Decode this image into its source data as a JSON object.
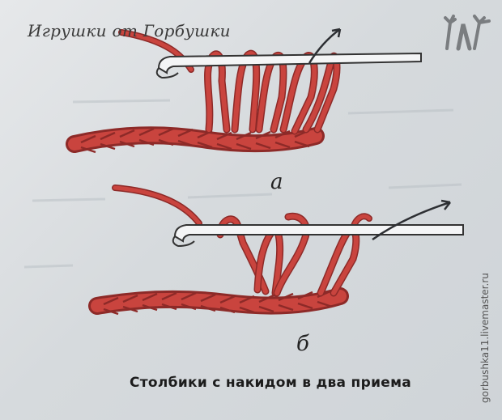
{
  "watermark": {
    "text": "Игрушки от Горбушки"
  },
  "logo": {
    "icon": "hands-logo-icon"
  },
  "figures": [
    {
      "label": "а"
    },
    {
      "label": "б"
    }
  ],
  "caption": "Столбики с накидом в два приема",
  "side_url": "gorbushka11.livemaster.ru",
  "colors": {
    "yarn": "#c9443e",
    "yarn_dark": "#8d2a28",
    "hook": "#f4f5f6",
    "hook_outline": "#333333",
    "arrow": "#2d2f33",
    "paper": "#d9dde0"
  }
}
